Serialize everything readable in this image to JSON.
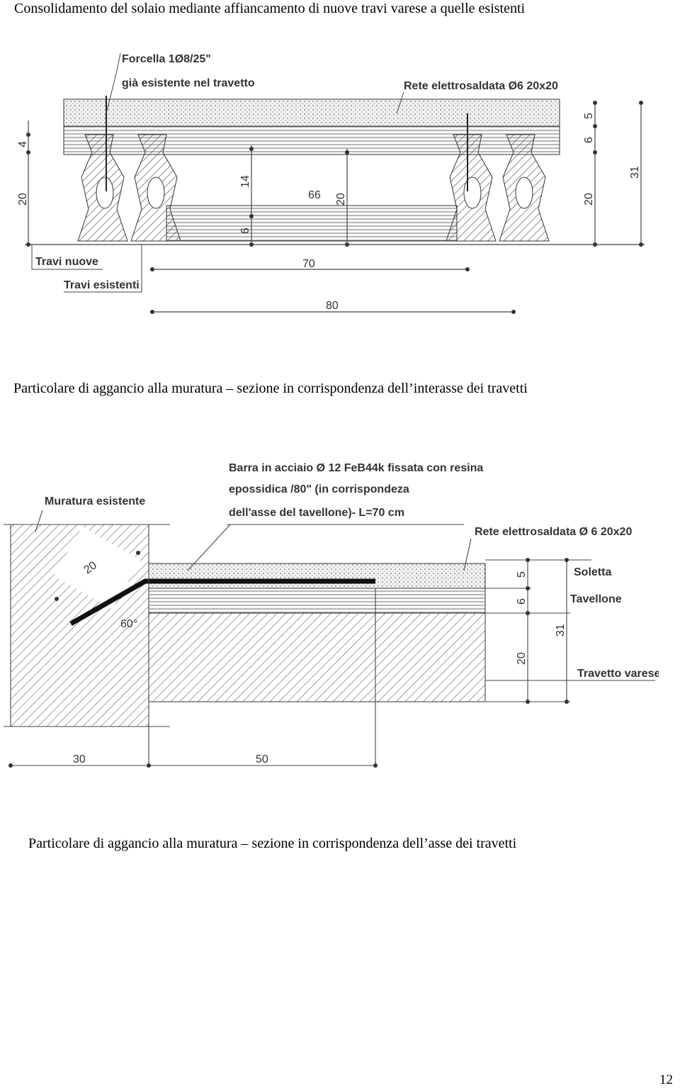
{
  "page": {
    "heading": "Consolidamento del solaio mediante affiancamento di nuove travi varese a quelle esistenti",
    "caption_1": "Particolare di aggancio alla muratura – sezione in corrispondenza dell’interasse dei travetti",
    "caption_2": "Particolare di aggancio alla muratura – sezione in corrispondenza dell’asse dei travetti",
    "page_number": "12"
  },
  "drawing_1": {
    "labels": {
      "forcella_1": "Forcella 1Ø8/25\"",
      "forcella_2": "già esistente nel travetto",
      "rete": "Rete elettrosaldata Ø6 20x20",
      "travi_nuove": "Travi nuove",
      "travi_esistenti": "Travi esistenti"
    },
    "dimensions": {
      "d4": "4",
      "d20_left": "20",
      "d14": "14",
      "d6_mid": "6",
      "d66": "66",
      "d20_mid": "20",
      "d5": "5",
      "d6_right": "6",
      "d20_right": "20",
      "d31": "31",
      "d70": "70",
      "d80": "80"
    }
  },
  "drawing_2": {
    "labels": {
      "barra_1": "Barra in acciaio Ø 12 FeB44k fissata con resina",
      "barra_2": "epossidica /80\" (in corrispondeza",
      "barra_3": "dell'asse del tavellone)- L=70 cm",
      "muratura": "Muratura esistente",
      "rete": "Rete elettrosaldata Ø 6 20x20",
      "soletta": "Soletta",
      "tavellone": "Tavellone",
      "travetto": "Travetto varese"
    },
    "dimensions": {
      "d20_angle": "20",
      "d60": "60°",
      "d5": "5",
      "d6": "6",
      "d20": "20",
      "d31": "31",
      "d30": "30",
      "d50": "50"
    }
  }
}
